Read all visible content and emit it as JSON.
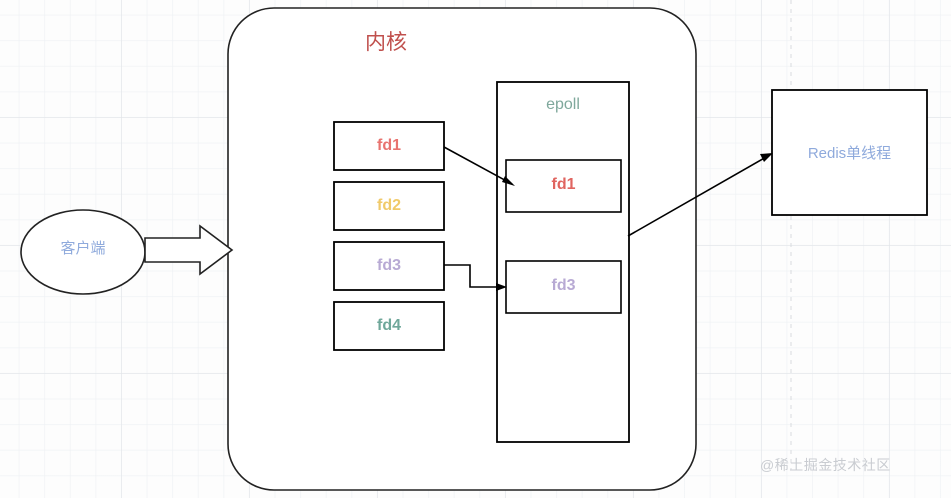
{
  "diagram": {
    "kernel": {
      "title": "内核",
      "title_color": "#c0504d"
    },
    "client": {
      "label": "客户端",
      "color": "#8faadc",
      "shape": "ellipse"
    },
    "fd_list": [
      {
        "label": "fd1",
        "color": "#e8736f"
      },
      {
        "label": "fd2",
        "color": "#f0ca6a"
      },
      {
        "label": "fd3",
        "color": "#b8aad4"
      },
      {
        "label": "fd4",
        "color": "#6fa79a"
      }
    ],
    "epoll": {
      "title": "epoll",
      "title_color": "#7fa89c",
      "entries": [
        {
          "label": "fd1",
          "color": "#e06560"
        },
        {
          "label": "fd3",
          "color": "#b8aad4"
        }
      ]
    },
    "redis": {
      "label": "Redis单线程",
      "color": "#8faadc"
    },
    "arrows": [
      {
        "name": "client-to-kernel",
        "style": "block-arrow"
      },
      {
        "name": "fd1-to-epoll-fd1",
        "style": "line-arrow"
      },
      {
        "name": "fd3-to-epoll-fd3",
        "style": "elbow-arrow"
      },
      {
        "name": "epoll-to-redis",
        "style": "line-arrow"
      }
    ],
    "watermark": "@稀土掘金技术社区"
  }
}
